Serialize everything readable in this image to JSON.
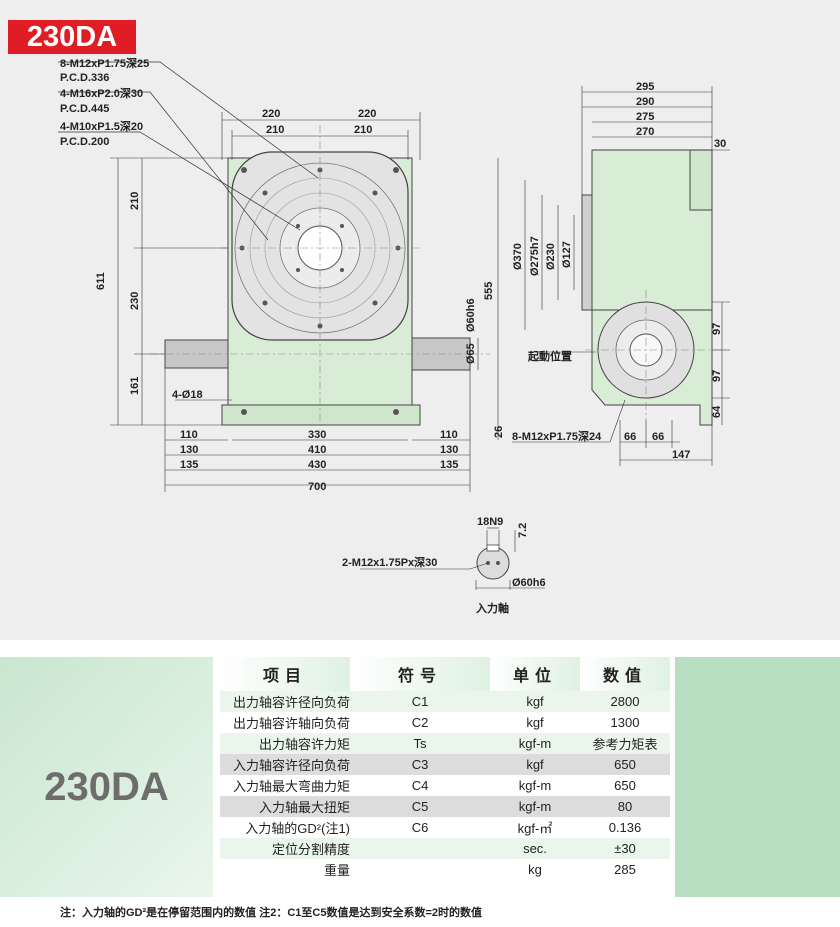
{
  "header": {
    "model_badge": "230DA"
  },
  "drawing": {
    "callouts": [
      "8-M12xP1.75深25",
      "P.C.D.336",
      "4-M16xP2.0深30",
      "P.C.D.445",
      "4-M10xP1.5深20",
      "P.C.D.200"
    ],
    "top_dims": [
      "220",
      "220",
      "210",
      "210"
    ],
    "right_top_dims": [
      "295",
      "290",
      "275",
      "270",
      "30"
    ],
    "left_dims": [
      "611",
      "210",
      "230",
      "161"
    ],
    "bottom_dims": [
      "110",
      "330",
      "110",
      "130",
      "410",
      "130",
      "135",
      "430",
      "135",
      "700"
    ],
    "misc_labels": [
      "4-Ø18",
      "26",
      "555",
      "Ø60h6",
      "Ø65"
    ],
    "side_dia_labels": [
      "Ø370",
      "Ø275h7",
      "Ø230",
      "Ø127"
    ],
    "side_right_dims": [
      "97",
      "97",
      "64"
    ],
    "side_bottom_dims": [
      "66",
      "66",
      "147"
    ],
    "start_position_label": "起動位置",
    "side_callout": "8-M12xP1.75深24",
    "shaft": {
      "key_label": "18N9",
      "key_depth": "7.2",
      "tap_label": "2-M12x1.75Px深30",
      "dia_label": "Ø60h6",
      "caption": "入力軸"
    }
  },
  "spec": {
    "model": "230DA",
    "headers": [
      "项目",
      "符号",
      "单位",
      "数值"
    ],
    "rows": [
      {
        "item": "出力轴容许径向负荷",
        "symbol": "C1",
        "unit": "kgf",
        "value": "2800"
      },
      {
        "item": "出力轴容许轴向负荷",
        "symbol": "C2",
        "unit": "kgf",
        "value": "1300"
      },
      {
        "item": "出力轴容许力矩",
        "symbol": "Ts",
        "unit": "kgf-m",
        "value": "参考力矩表"
      },
      {
        "item": "入力轴容许径向负荷",
        "symbol": "C3",
        "unit": "kgf",
        "value": "650"
      },
      {
        "item": "入力轴最大弯曲力矩",
        "symbol": "C4",
        "unit": "kgf-m",
        "value": "650"
      },
      {
        "item": "入力轴最大扭矩",
        "symbol": "C5",
        "unit": "kgf-m",
        "value": "80"
      },
      {
        "item": "入力轴的GD²(注1)",
        "symbol": "C6",
        "unit": "kgf-㎡",
        "value": "0.136"
      },
      {
        "item": "定位分割精度",
        "symbol": "",
        "unit": "sec.",
        "value": "±30"
      },
      {
        "item": "重量",
        "symbol": "",
        "unit": "kg",
        "value": "285"
      }
    ]
  },
  "footnote": "注：入力轴的GD²是在停留范围内的数值  注2：C1至C5数值是达到安全系数=2时的数值"
}
